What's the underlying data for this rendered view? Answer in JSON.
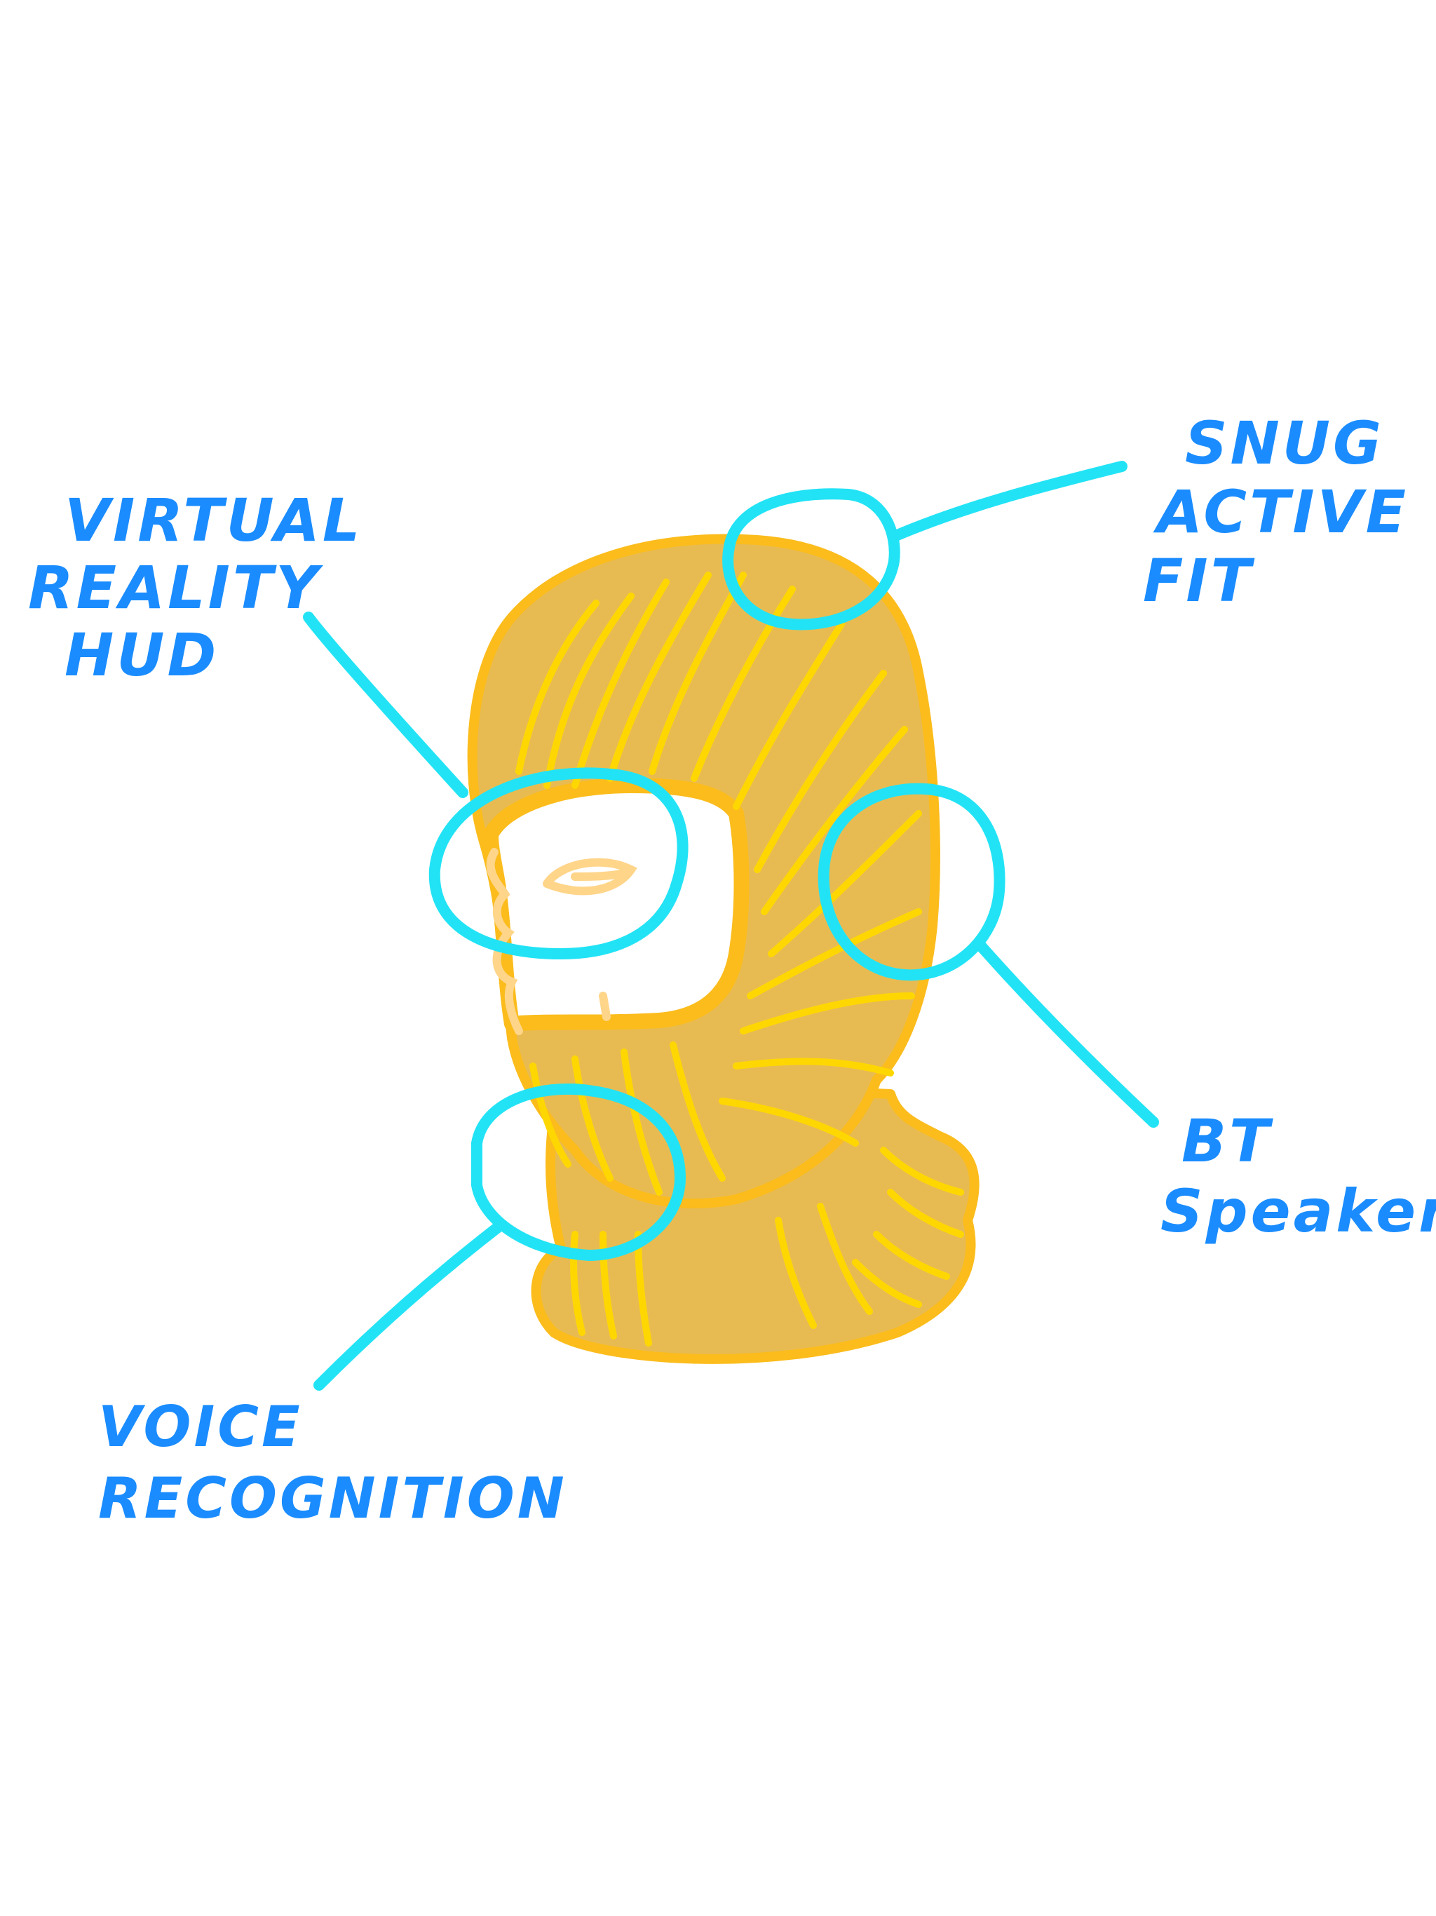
{
  "diagram": {
    "callouts": [
      {
        "id": "vr-hud",
        "lines": [
          "Virtual",
          "Reality",
          "HUD"
        ]
      },
      {
        "id": "snug-fit",
        "lines": [
          "Snug",
          "Active",
          "Fit"
        ]
      },
      {
        "id": "bt-speaker",
        "lines": [
          "BT",
          "Speaker"
        ]
      },
      {
        "id": "voice-recognition",
        "lines": [
          "Voice",
          "Recognition"
        ]
      }
    ]
  },
  "colors": {
    "label": "#1a8cff",
    "callout_ring": "#22e3f5",
    "mask_fill": "#e8bb52",
    "mask_outline": "#fbbc1c",
    "knit_lines": "#ffd700",
    "skin_lines": "#ffd58a"
  },
  "icons": [
    "balaclava-illustration",
    "callout-ring",
    "leader-line"
  ]
}
